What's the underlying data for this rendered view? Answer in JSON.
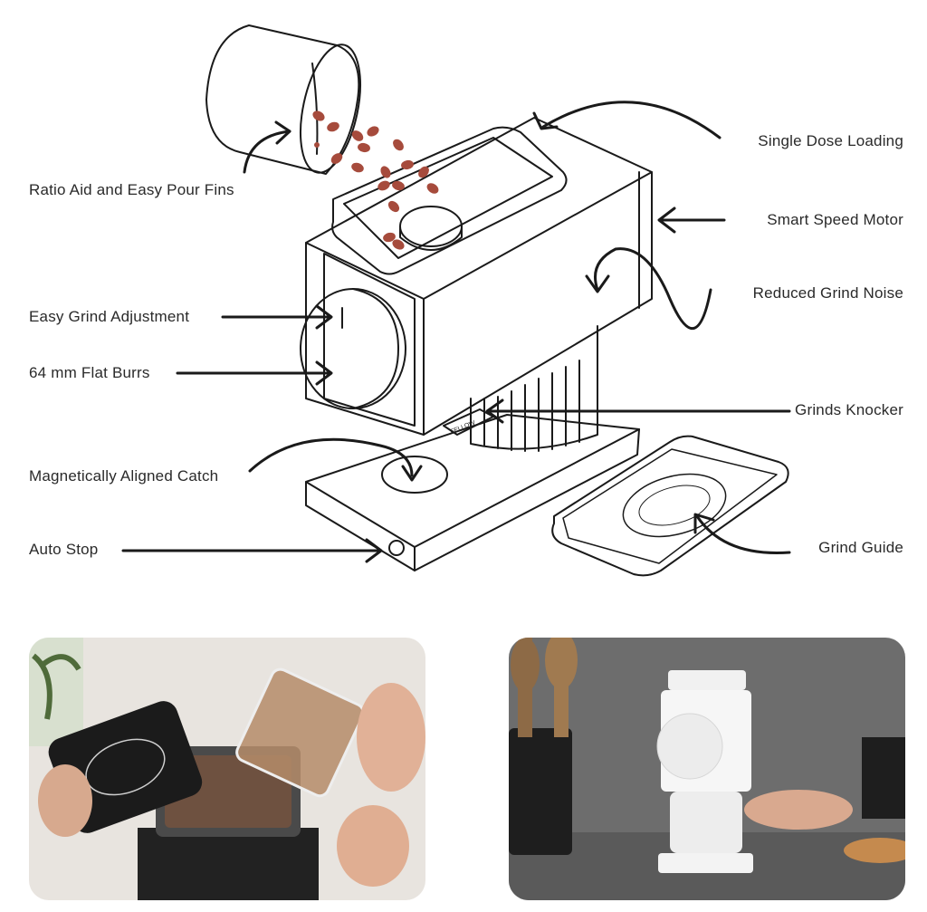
{
  "callouts_left": [
    {
      "id": "ratio-aid",
      "text": "Ratio Aid and Easy Pour Fins"
    },
    {
      "id": "easy-grind",
      "text": "Easy Grind Adjustment"
    },
    {
      "id": "flat-burrs",
      "text": "64 mm Flat Burrs"
    },
    {
      "id": "magnetic-catch",
      "text": "Magnetically Aligned Catch"
    },
    {
      "id": "auto-stop",
      "text": "Auto Stop"
    }
  ],
  "callouts_right": [
    {
      "id": "single-dose",
      "text": "Single Dose Loading"
    },
    {
      "id": "smart-motor",
      "text": "Smart Speed Motor"
    },
    {
      "id": "reduced-noise",
      "text": "Reduced Grind Noise"
    },
    {
      "id": "grinds-knocker",
      "text": "Grinds Knocker"
    },
    {
      "id": "grind-guide",
      "text": "Grind Guide"
    }
  ],
  "brand_mark": "FELLOW",
  "colors": {
    "line": "#1a1a1a",
    "bean": "#a64b3c",
    "photo_left_bg": "#e9e6e1",
    "photo_right_bg": "#6b6b6b"
  },
  "photos": [
    {
      "id": "photo-pouring-beans"
    },
    {
      "id": "photo-grinder-countertop"
    }
  ]
}
